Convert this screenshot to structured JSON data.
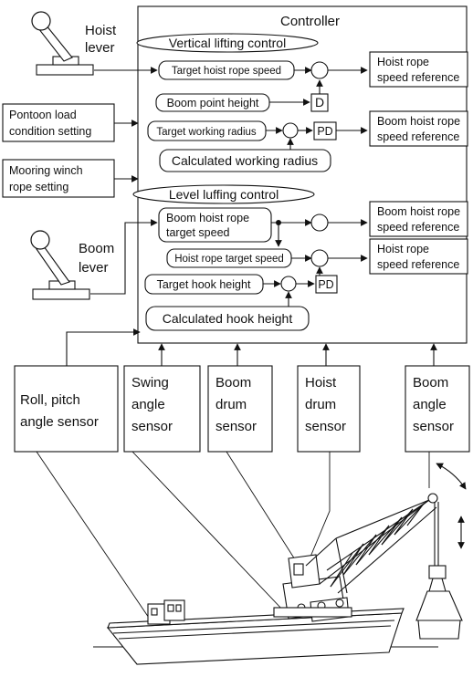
{
  "inputs": {
    "hoist_lever": [
      "Hoist",
      "lever"
    ],
    "pontoon": [
      "Pontoon load",
      "condition setting"
    ],
    "mooring": [
      "Mooring winch",
      "rope setting"
    ],
    "boom_lever": [
      "Boom",
      "lever"
    ]
  },
  "controller": {
    "title": "Controller",
    "vertical": {
      "label": "Vertical lifting control",
      "target_hoist_rope_speed": "Target hoist rope speed",
      "boom_point_height": "Boom point height",
      "d_block": "D",
      "target_working_radius": "Target working radius",
      "pd_block": "PD",
      "calculated_working_radius": "Calculated working radius",
      "hoist_rope_ref": [
        "Hoist rope",
        "speed reference"
      ],
      "boom_hoist_rope_ref": [
        "Boom hoist rope",
        "speed reference"
      ]
    },
    "level": {
      "label": "Level luffing control",
      "boom_hoist_rope_target_speed": [
        "Boom hoist rope",
        "target speed"
      ],
      "hoist_rope_target_speed": "Hoist rope target speed",
      "target_hook_height": "Target hook height",
      "pd_block": "PD",
      "calculated_hook_height": "Calculated hook height",
      "boom_hoist_rope_ref": [
        "Boom hoist rope",
        "speed reference"
      ],
      "hoist_rope_ref": [
        "Hoist rope",
        "speed reference"
      ]
    }
  },
  "sensors": {
    "roll_pitch": [
      "Roll, pitch",
      "angle sensor"
    ],
    "swing": [
      "Swing",
      "angle",
      "sensor"
    ],
    "boom_drum": [
      "Boom",
      "drum",
      "sensor"
    ],
    "hoist_drum": [
      "Hoist",
      "drum",
      "sensor"
    ],
    "boom_angle": [
      "Boom",
      "angle",
      "sensor"
    ]
  }
}
